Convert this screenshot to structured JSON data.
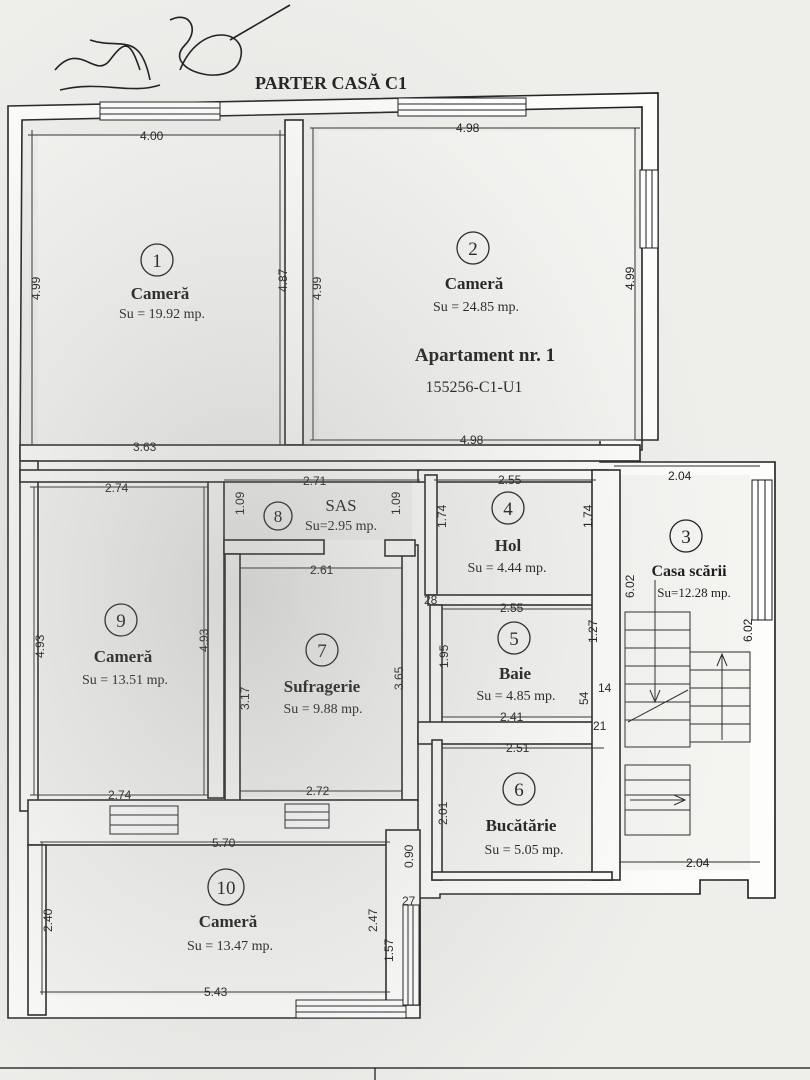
{
  "plan": {
    "title": "PARTER CASĂ C1",
    "apartment_name": "Apartament nr. 1",
    "apartment_code": "155256-C1-U1",
    "rooms": [
      {
        "num": "1",
        "name": "Cameră",
        "area": "Su = 19.92 mp."
      },
      {
        "num": "2",
        "name": "Cameră",
        "area": "Su = 24.85 mp."
      },
      {
        "num": "3",
        "name": "Casa scării",
        "area": "Su=12.28 mp."
      },
      {
        "num": "4",
        "name": "Hol",
        "area": "Su = 4.44 mp."
      },
      {
        "num": "5",
        "name": "Baie",
        "area": "Su = 4.85 mp."
      },
      {
        "num": "6",
        "name": "Bucătărie",
        "area": "Su = 5.05 mp."
      },
      {
        "num": "7",
        "name": "Sufragerie",
        "area": "Su = 9.88 mp."
      },
      {
        "num": "8",
        "name": "SAS",
        "area": "Su=2.95 mp."
      },
      {
        "num": "9",
        "name": "Cameră",
        "area": "Su = 13.51 mp."
      },
      {
        "num": "10",
        "name": "Cameră",
        "area": "Su = 13.47 mp."
      }
    ],
    "dimensions": [
      "4.00",
      "3.63",
      "4.99",
      "4.87",
      "4.98",
      "4.98",
      "4.99",
      "4.99",
      "2.74",
      "2.74",
      "4.93",
      "4.93",
      "2.71",
      "1.09",
      "1.09",
      "2.61",
      "2.72",
      "3.17",
      "3.65",
      "2.55",
      "1.74",
      "1.74",
      "2.55",
      "2.41",
      "1.95",
      "1.27",
      "54",
      "14",
      "28",
      "21",
      "2.04",
      "2.04",
      "6.02",
      "6.02",
      "2.51",
      "2.01",
      "5.70",
      "5.43",
      "2.40",
      "2.47",
      "1.57",
      "0.90",
      "27"
    ]
  }
}
